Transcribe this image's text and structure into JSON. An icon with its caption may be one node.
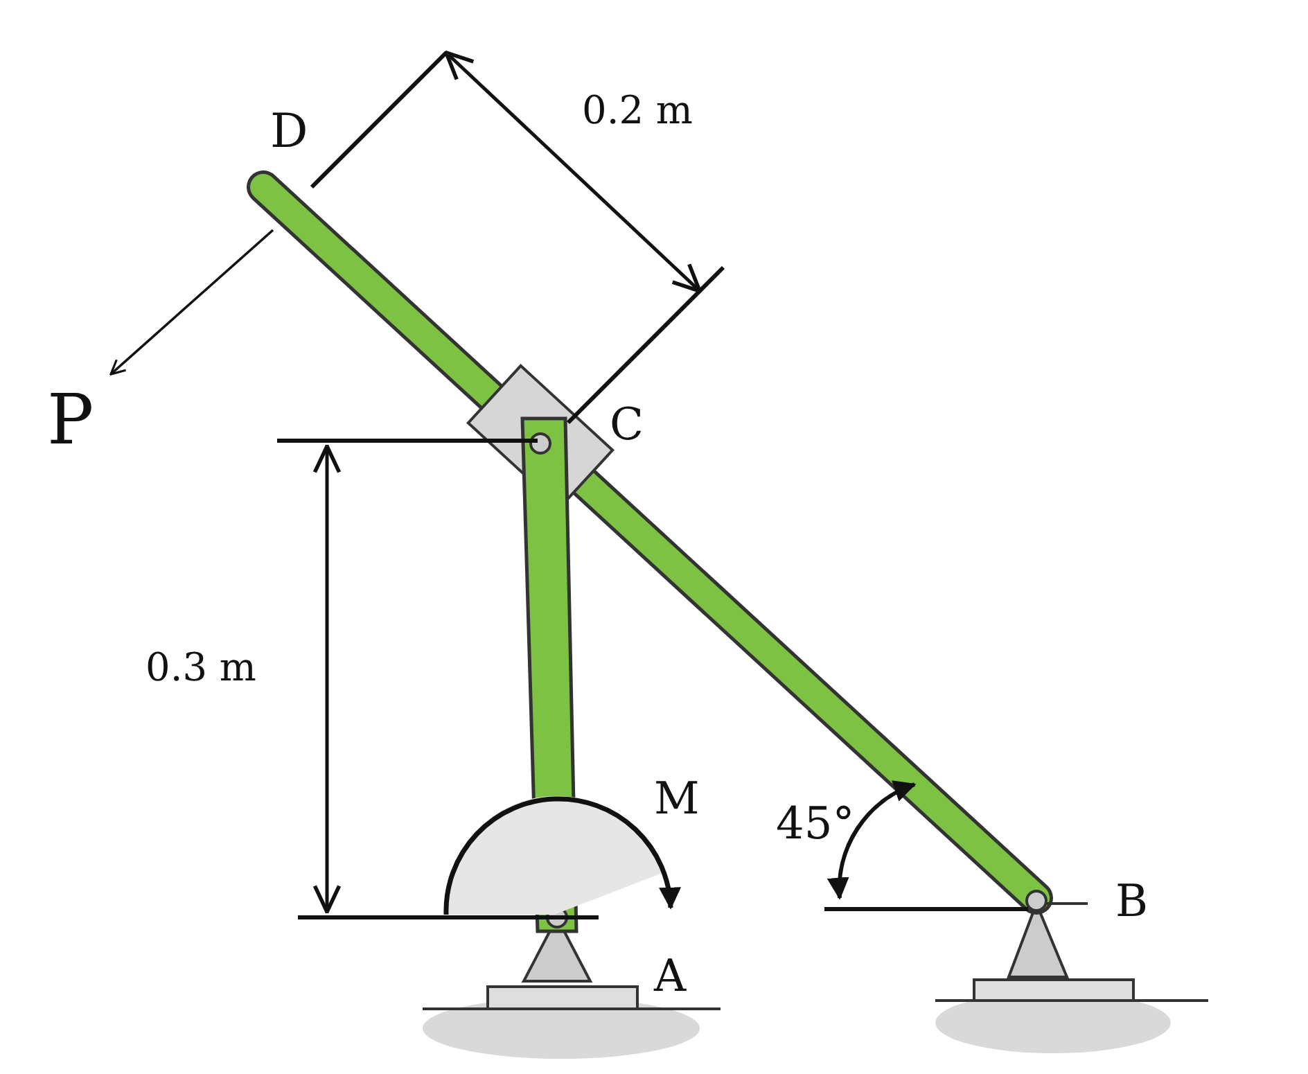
{
  "diagram": {
    "labels": [
      "D",
      "0.2 m",
      "P",
      "C",
      "0.3 m",
      "M",
      "45°",
      "B",
      "A"
    ]
  }
}
